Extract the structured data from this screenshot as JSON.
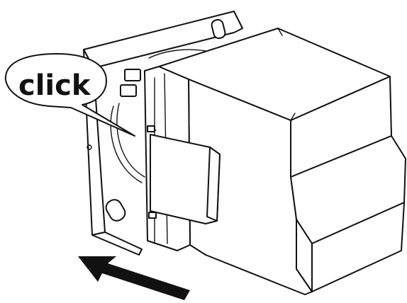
{
  "callout": {
    "text": "click"
  },
  "icons": {
    "arrow": "arrow-push-icon",
    "frame": "mounting-frame",
    "module": "din-module"
  },
  "colors": {
    "line": "#111111",
    "background": "#ffffff"
  }
}
